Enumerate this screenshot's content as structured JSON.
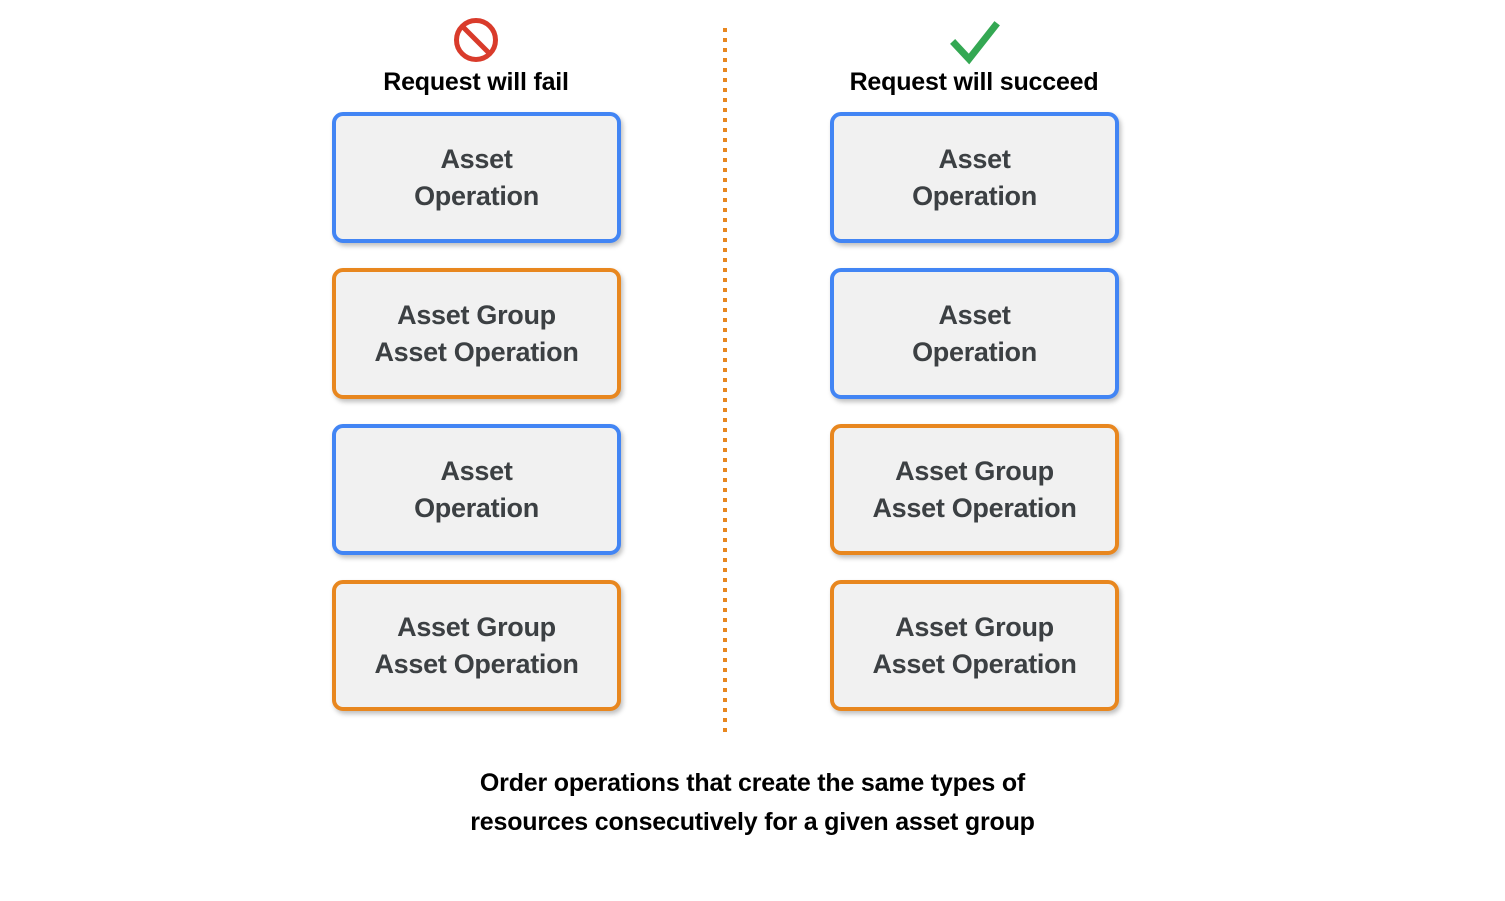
{
  "diagram": {
    "background_color": "#ffffff",
    "divider": {
      "name": "vertical-dotted-divider",
      "color": "#e8871f",
      "style": "dotted"
    },
    "colors": {
      "blue_accent": "#4285f4",
      "orange_accent": "#e8871f",
      "box_fill": "#f1f1f1",
      "box_text": "#3c4043",
      "fail_icon": "#d93b2b",
      "success_icon": "#34a853"
    },
    "columns": [
      {
        "id": "fail",
        "icon": "prohibition-icon",
        "icon_color": "#d93b2b",
        "title": "Request will fail",
        "boxes": [
          {
            "label": "Asset\nOperation",
            "accent": "blue"
          },
          {
            "label": "Asset Group\nAsset Operation",
            "accent": "orange"
          },
          {
            "label": "Asset\nOperation",
            "accent": "blue"
          },
          {
            "label": "Asset Group\nAsset Operation",
            "accent": "orange"
          }
        ]
      },
      {
        "id": "succeed",
        "icon": "checkmark-icon",
        "icon_color": "#34a853",
        "title": "Request will succeed",
        "boxes": [
          {
            "label": "Asset\nOperation",
            "accent": "blue"
          },
          {
            "label": "Asset\nOperation",
            "accent": "blue"
          },
          {
            "label": "Asset Group\nAsset Operation",
            "accent": "orange"
          },
          {
            "label": "Asset Group\nAsset Operation",
            "accent": "orange"
          }
        ]
      }
    ],
    "caption": "Order operations that create the same types of\nresources consecutively for a given asset group"
  }
}
